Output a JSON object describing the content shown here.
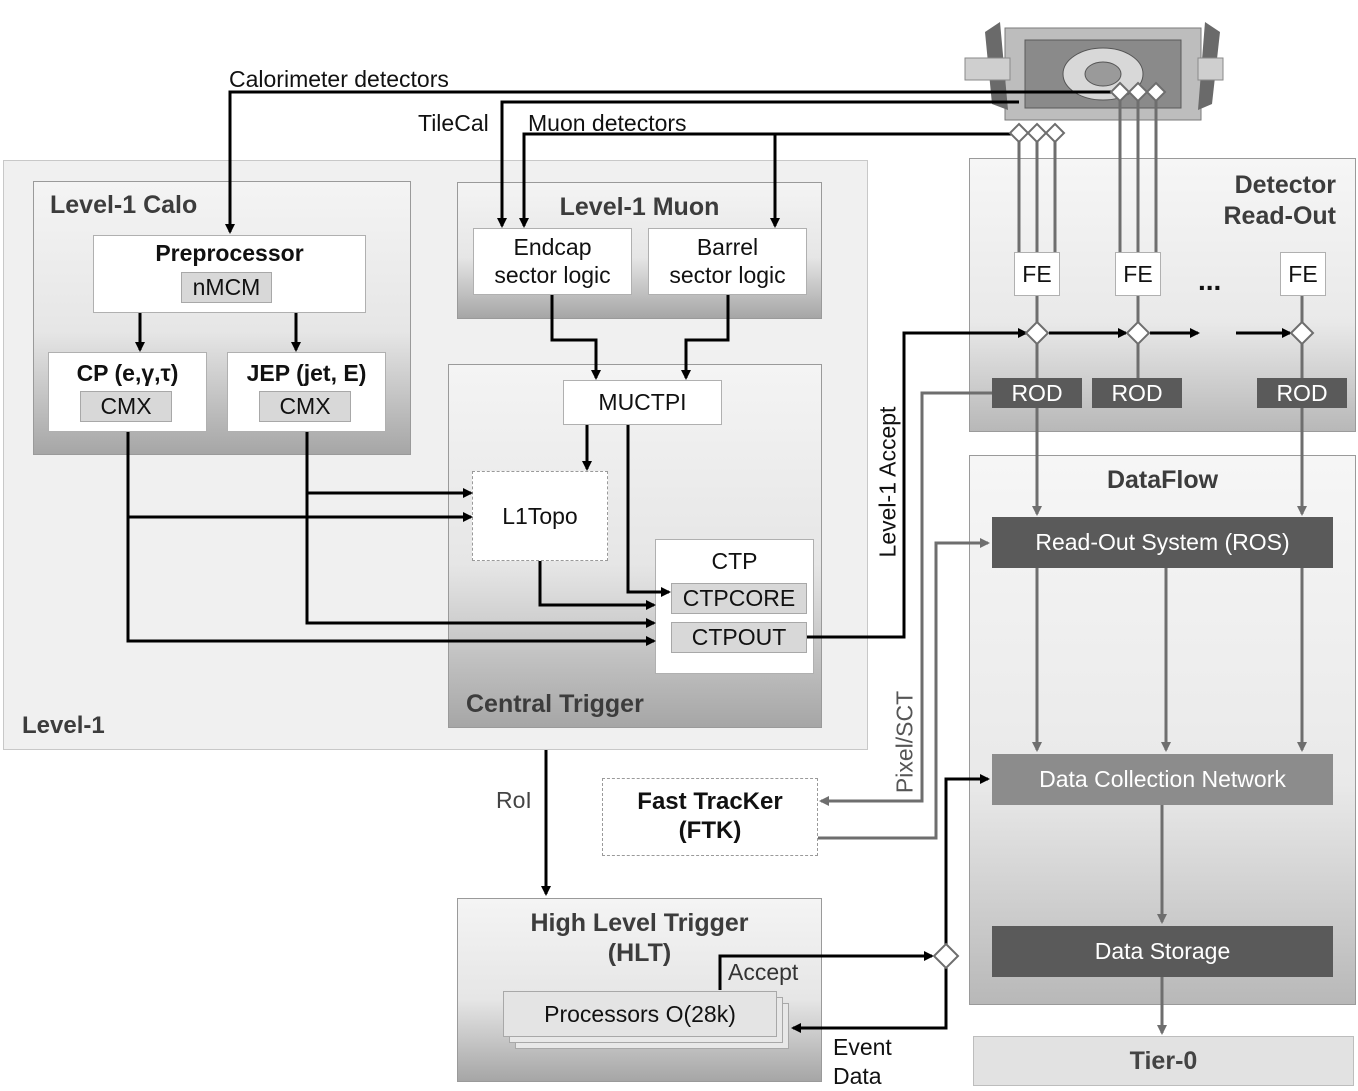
{
  "level1": {
    "label": "Level-1",
    "calo": {
      "title": "Level-1 Calo",
      "preprocessor": "Preprocessor",
      "nmcm": "nMCM",
      "cp": "CP (e,γ,τ)",
      "cp_cmx": "CMX",
      "jep": "JEP (jet, E)",
      "jep_cmx": "CMX"
    },
    "muon": {
      "title": "Level-1 Muon",
      "endcap_line1": "Endcap",
      "endcap_line2": "sector logic",
      "barrel_line1": "Barrel",
      "barrel_line2": "sector logic"
    },
    "central": {
      "title": "Central Trigger",
      "muctpi": "MUCTPI",
      "l1topo": "L1Topo",
      "ctp": "CTP",
      "ctpcore": "CTPCORE",
      "ctpout": "CTPOUT"
    }
  },
  "inputs": {
    "calorimeter": "Calorimeter detectors",
    "tilecal": "TileCal",
    "muon": "Muon detectors"
  },
  "readout": {
    "title_line1": "Detector",
    "title_line2": "Read-Out",
    "fe": [
      "FE",
      "FE",
      "FE"
    ],
    "ellipsis": "...",
    "rod": [
      "ROD",
      "ROD",
      "ROD"
    ]
  },
  "dataflow": {
    "title": "DataFlow",
    "ros": "Read-Out System (ROS)",
    "dcn": "Data Collection Network",
    "storage": "Data Storage"
  },
  "tier0": "Tier-0",
  "links": {
    "level1_accept": "Level-1 Accept",
    "pixel_sct": "Pixel/SCT",
    "roi": "RoI",
    "accept": "Accept",
    "event_line1": "Event",
    "event_line2": "Data"
  },
  "ftk": {
    "line1": "Fast TracKer",
    "line2": "(FTK)"
  },
  "hlt": {
    "title_line1": "High Level Trigger",
    "title_line2": "(HLT)",
    "processors": "Processors O(28k)"
  },
  "colors": {
    "arrow_black": "#000000",
    "arrow_gray": "#6e6e6e",
    "dark_box": "#5a5a5a"
  }
}
